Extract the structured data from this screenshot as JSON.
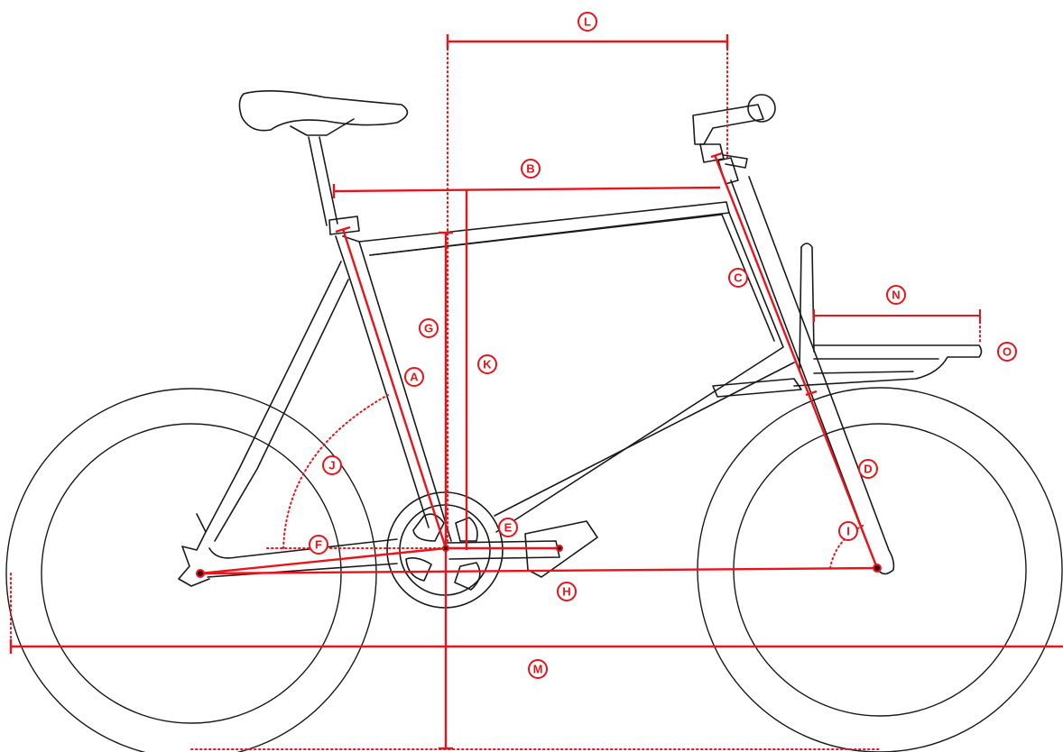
{
  "colors": {
    "measure": "#e8141b",
    "outline": "#1a1a1a",
    "background": "#ffffff"
  },
  "labels": [
    {
      "id": "A"
    },
    {
      "id": "B"
    },
    {
      "id": "C"
    },
    {
      "id": "D"
    },
    {
      "id": "E"
    },
    {
      "id": "F"
    },
    {
      "id": "G"
    },
    {
      "id": "H"
    },
    {
      "id": "I"
    },
    {
      "id": "J"
    },
    {
      "id": "K"
    },
    {
      "id": "L"
    },
    {
      "id": "M"
    },
    {
      "id": "N"
    },
    {
      "id": "O"
    }
  ]
}
